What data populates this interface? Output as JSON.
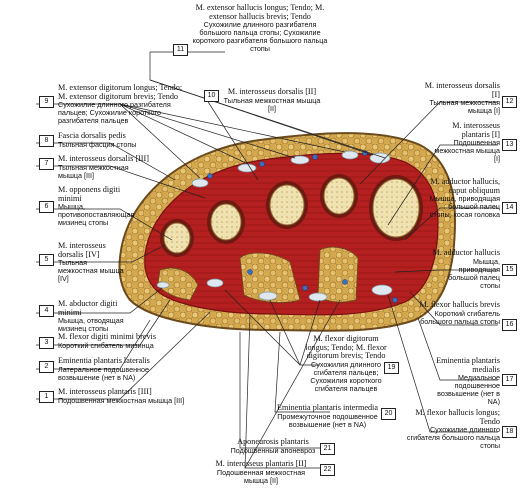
{
  "labels": [
    {
      "n": "1",
      "lat": "M. interosseus plantaris [III]",
      "ru": "Подошвенная межкостная мышца [III]"
    },
    {
      "n": "2",
      "lat": "Eminentia plantaris lateralis",
      "ru": "Латеральное подошвенное возвышение (нет в NA)"
    },
    {
      "n": "3",
      "lat": "M. flexor digiti minimi brevis",
      "ru": "Короткий сгибатель мизинца"
    },
    {
      "n": "4",
      "lat": "M. abductor digiti minimi",
      "ru": "Мышца, отводящая мизинец стопы"
    },
    {
      "n": "5",
      "lat": "M. interosseus dorsalis [IV]",
      "ru": "Тыльная межкостная мышца [IV]"
    },
    {
      "n": "6",
      "lat": "M. opponens digiti minimi",
      "ru": "Мышца, противопоставляющая мизинец стопы"
    },
    {
      "n": "7",
      "lat": "M. interosseus dorsalis [III]",
      "ru": "Тыльная межкостная мышца [III]"
    },
    {
      "n": "8",
      "lat": "Fascia dorsalis pedis",
      "ru": "Тыльная фасция стопы"
    },
    {
      "n": "9",
      "lat": "M. extensor digitorum longus; Tendo; M. extensor digitorum brevis; Tendo",
      "ru": "Сухожилие длинного разгибателя пальцев; Сухожилие короткого разгибателя пальцев"
    },
    {
      "n": "10",
      "lat": "M. interosseus dorsalis [II]",
      "ru": "Тыльная межкостная мышца [II]"
    },
    {
      "n": "11",
      "lat": "M. extensor hallucis longus; Tendo; M. extensor hallucis brevis; Tendo",
      "ru": "Сухожилие длинного разгибателя большого пальца стопы; Сухожилие короткого разгибателя большого пальца стопы"
    },
    {
      "n": "12",
      "lat": "M. interosseus dorsalis [I]",
      "ru": "Тыльная межкостная мышца [I]"
    },
    {
      "n": "13",
      "lat": "M. interosseus plantaris [I]",
      "ru": "Подошвенная межкостная мышца [I]"
    },
    {
      "n": "14",
      "lat": "M. adductor hallucis, caput obliquum",
      "ru": "Мышца, приводящая большой палец стопы, косая головка"
    },
    {
      "n": "15",
      "lat": "M. adductor hallucis",
      "ru": "Мышца, приводящая большой палец стопы"
    },
    {
      "n": "16",
      "lat": "M. flexor hallucis brevis",
      "ru": "Короткий сгибатель большого пальца стопы"
    },
    {
      "n": "17",
      "lat": "Eminentia plantaris medialis",
      "ru": "Медиальное подошвенное возвышение (нет в NA)"
    },
    {
      "n": "18",
      "lat": "M. flexor hallucis longus; Tendo",
      "ru": "Сухожилие длинного сгибателя большого пальца стопы"
    },
    {
      "n": "19",
      "lat": "M. flexor digitorum longus; Tendo; M. flexor digitorum brevis; Tendo",
      "ru": "Сухожилия длинного сгибателя пальцев; Сухожилия короткого сгибателя пальцев"
    },
    {
      "n": "20",
      "lat": "Eminentia plantaris intermedia",
      "ru": "Промежуточное подошвенное возвышение (нет в NA)"
    },
    {
      "n": "21",
      "lat": "Aponeurosis plantaris",
      "ru": "Подошвенный апоневроз"
    },
    {
      "n": "22",
      "lat": "M. interosseus plantaris [II]",
      "ru": "Подошвенная межкостная мышца [II]"
    }
  ],
  "colors": {
    "muscle": "#b3201f",
    "fat": "#d9b15a",
    "bone": "#efe3b8",
    "tendon": "#dfe8ee",
    "vessel": "#3b6fc4",
    "line": "#222222"
  }
}
